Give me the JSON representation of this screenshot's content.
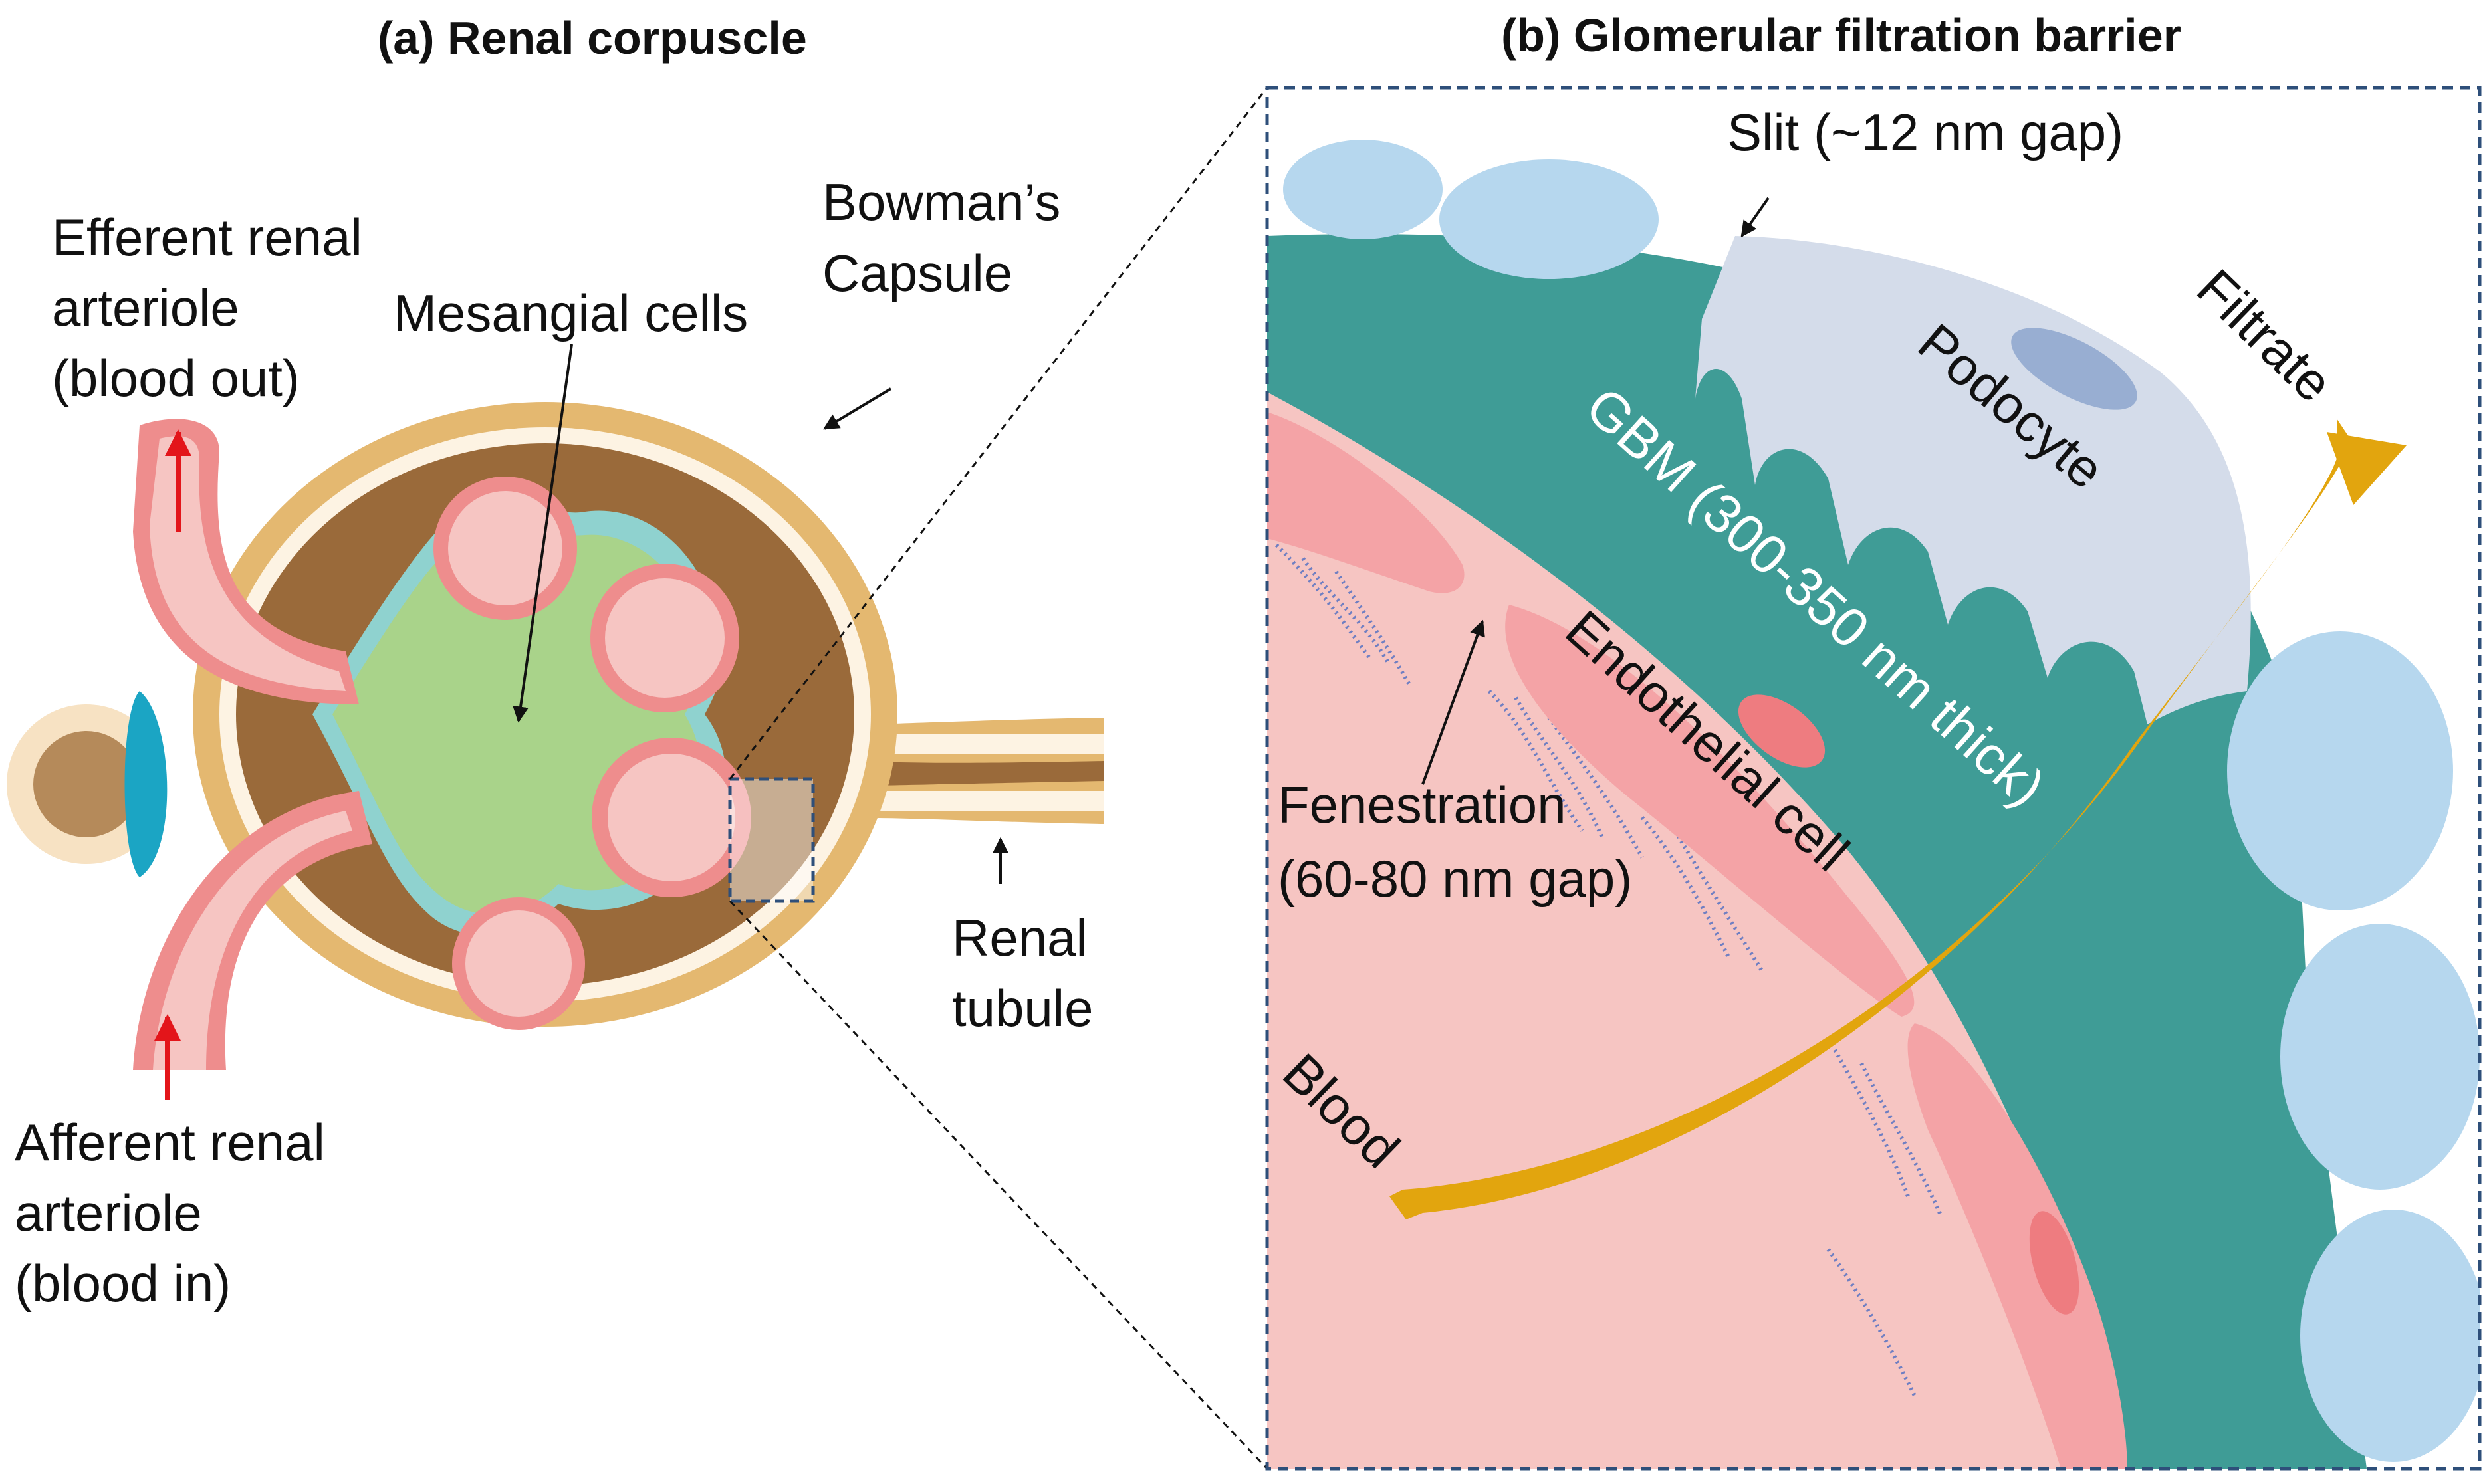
{
  "panel_a": {
    "title": "(a) Renal corpuscle",
    "labels": {
      "efferent_line1": "Efferent renal",
      "efferent_line2": "arteriole",
      "efferent_line3": "(blood out)",
      "mesangial": "Mesangial cells",
      "bowman_line1": "Bowman’s",
      "bowman_line2": "Capsule",
      "afferent_line1": "Afferent renal",
      "afferent_line2": "arteriole",
      "afferent_line3": "(blood in)",
      "tubule_line1": "Renal",
      "tubule_line2": "tubule"
    }
  },
  "panel_b": {
    "title": "(b) Glomerular filtration barrier",
    "labels": {
      "slit": "Slit (~12 nm gap)",
      "filtrate": "Filtrate",
      "podocyte": "Podocyte",
      "gbm": "GBM (300-350 nm thick)",
      "endothelial": "Endothelial cell",
      "fenestration_line1": "Fenestration",
      "fenestration_line2": "(60-80 nm gap)",
      "blood": "Blood"
    }
  },
  "colors": {
    "gbm": "#3f9c96",
    "podocyte": "#d4dcea",
    "podocyte_nucleus": "#98aed2",
    "epithelial_cell": "#b6d7ee",
    "capillary_lumen": "#f6c5c2",
    "endothelial": "#f4a3a6",
    "endothelial_nucleus": "#ee7c80",
    "filtration_arrow": "#e2a50e",
    "capsule": "#e4b870",
    "capsule_space": "#9a6a3a",
    "mesangium": "#a9d38a",
    "blood_flow_arrow": "#e3151a",
    "frame": "#2e4f7a"
  }
}
